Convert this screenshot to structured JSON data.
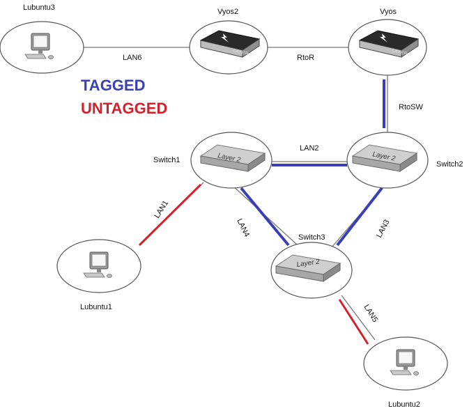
{
  "legend": {
    "tagged": {
      "label": "TAGGED",
      "color": "#3a3fb8"
    },
    "untagged": {
      "label": "UNTAGGED",
      "color": "#d4202a"
    }
  },
  "nodes": {
    "lubuntu3": {
      "label": "Lubuntu3",
      "icon": "desktop-computer-icon"
    },
    "vyos2": {
      "label": "Vyos2",
      "icon": "layer3-router-icon",
      "device_text": "LAYER 3"
    },
    "vyos": {
      "label": "Vyos",
      "icon": "layer3-router-icon",
      "device_text": "LAYER 3"
    },
    "switch1": {
      "label": "Switch1",
      "icon": "layer2-switch-icon",
      "device_text": "Layer 2"
    },
    "switch2": {
      "label": "Switch2",
      "icon": "layer2-switch-icon",
      "device_text": "Layer 2"
    },
    "switch3": {
      "label": "Switch3",
      "icon": "layer2-switch-icon",
      "device_text": "Layer 2"
    },
    "lubuntu1": {
      "label": "Lubuntu1",
      "icon": "desktop-computer-icon"
    },
    "lubuntu2": {
      "label": "Lubuntu2",
      "icon": "desktop-computer-icon"
    }
  },
  "links": {
    "lan6": {
      "label": "LAN6",
      "from": "Lubuntu3",
      "to": "Vyos2",
      "mode": "none"
    },
    "rtor": {
      "label": "RtoR",
      "from": "Vyos2",
      "to": "Vyos",
      "mode": "none"
    },
    "rtosw": {
      "label": "RtoSW",
      "from": "Vyos",
      "to": "Switch2",
      "mode": "tagged"
    },
    "lan2": {
      "label": "LAN2",
      "from": "Switch1",
      "to": "Switch2",
      "mode": "tagged"
    },
    "lan4": {
      "label": "LAN4",
      "from": "Switch1",
      "to": "Switch3",
      "mode": "tagged"
    },
    "lan3": {
      "label": "LAN3",
      "from": "Switch2",
      "to": "Switch3",
      "mode": "tagged"
    },
    "lan1": {
      "label": "LAN1",
      "from": "Switch1",
      "to": "Lubuntu1",
      "mode": "untagged"
    },
    "lan5": {
      "label": "LAN5",
      "from": "Switch3",
      "to": "Lubuntu2",
      "mode": "untagged"
    }
  }
}
